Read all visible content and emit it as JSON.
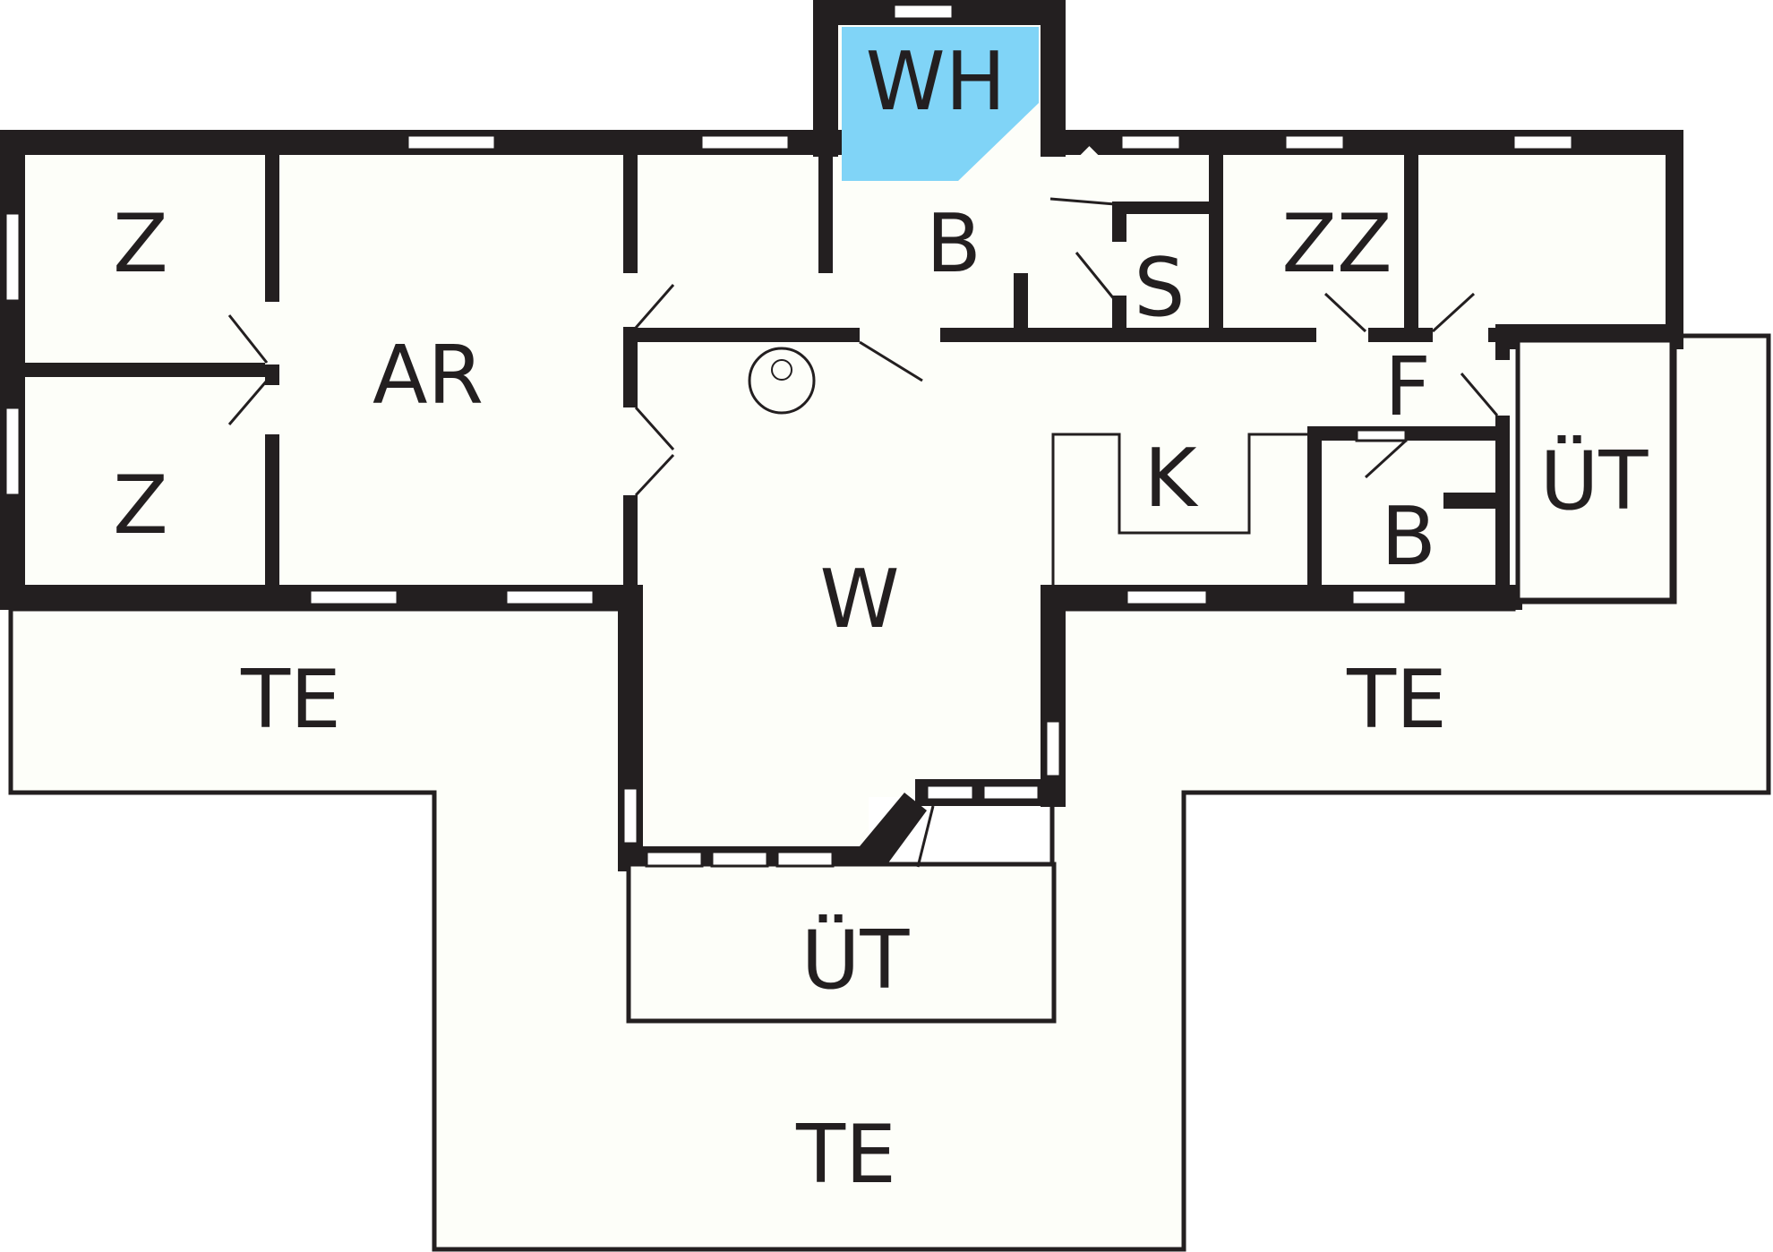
{
  "rooms": {
    "wh": "WH",
    "bath_top": "B",
    "zz": "ZZ",
    "z_upper": "Z",
    "z_lower": "Z",
    "ar": "AR",
    "s": "S",
    "f": "F",
    "k": "K",
    "bath_small": "B",
    "ut_right": "ÜT",
    "w": "W",
    "ut_bottom": "ÜT",
    "te_left": "TE",
    "te_right": "TE",
    "te_bottom": "TE"
  },
  "colors": {
    "wall": "#231f20",
    "floor": "#fdfef9",
    "wellness": "#80d4f7"
  }
}
